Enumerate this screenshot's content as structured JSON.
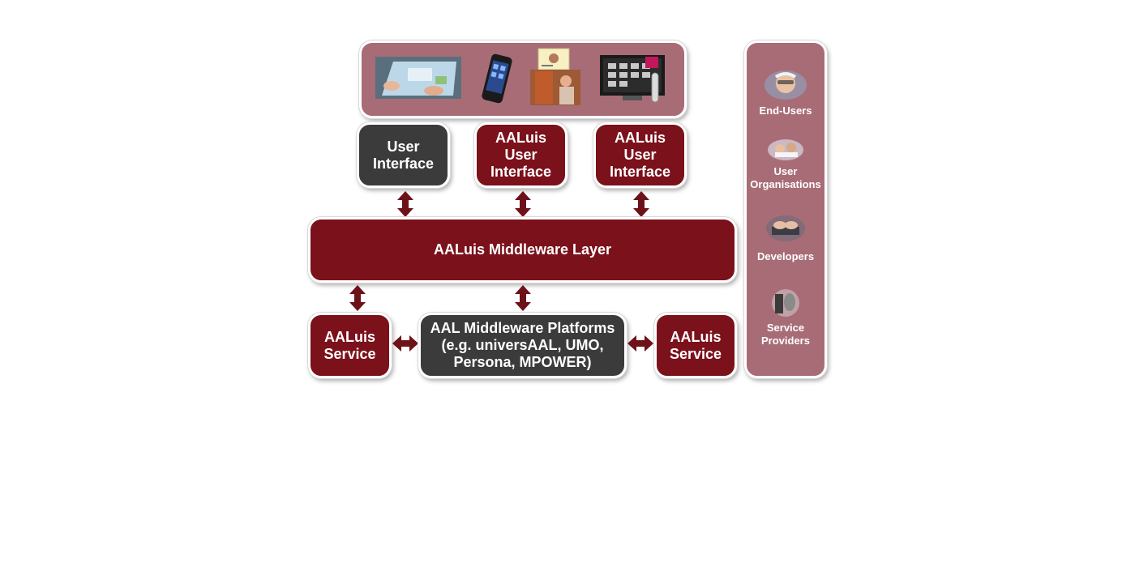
{
  "devices": [
    "tabletop-surface",
    "smartphone",
    "kiosk-display",
    "tv-with-remote"
  ],
  "top_boxes": [
    {
      "label": "User\nInterface"
    },
    {
      "label": "AALuis\nUser\nInterface"
    },
    {
      "label": "AALuis\nUser\nInterface"
    }
  ],
  "middleware_layer": {
    "label": "AALuis Middleware Layer"
  },
  "bottom": {
    "left_service": "AALuis\nService",
    "platforms": "AAL Middleware Platforms\n(e.g. universAAL, UMO,\nPersona, MPOWER)",
    "right_service": "AALuis\nService"
  },
  "roles": [
    {
      "label": "End-Users"
    },
    {
      "label": "User\nOrganisations"
    },
    {
      "label": "Developers"
    },
    {
      "label": "Service\nProviders"
    }
  ],
  "colors": {
    "primary": "#7b111b",
    "dark": "#3b3b3b",
    "panel": "#a86c77"
  }
}
